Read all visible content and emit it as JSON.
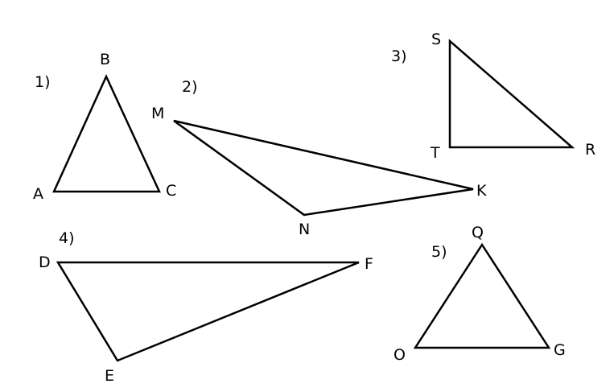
{
  "figures": [
    {
      "number": "1)",
      "vertices": [
        "A",
        "B",
        "C"
      ]
    },
    {
      "number": "2)",
      "vertices": [
        "M",
        "K",
        "N"
      ]
    },
    {
      "number": "3)",
      "vertices": [
        "S",
        "T",
        "R"
      ]
    },
    {
      "number": "4)",
      "vertices": [
        "D",
        "F",
        "E"
      ]
    },
    {
      "number": "5)",
      "vertices": [
        "Q",
        "O",
        "G"
      ]
    }
  ],
  "colors": {
    "line": "#000000",
    "background": "#ffffff"
  }
}
